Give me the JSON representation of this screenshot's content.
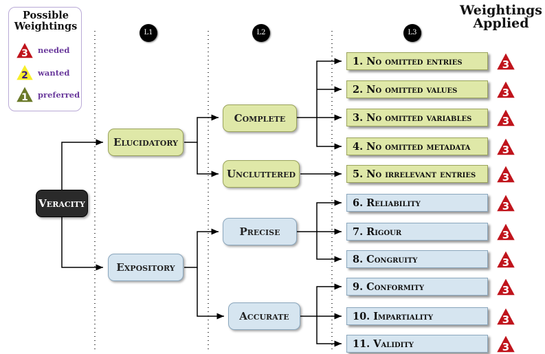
{
  "legend": {
    "title_line1": "Possible",
    "title_line2": "Weightings",
    "items": [
      {
        "number": "3",
        "label": "needed",
        "color": "#c0141c",
        "text_color": "#ffffff"
      },
      {
        "number": "2",
        "label": "wanted",
        "color": "#f7ee2a",
        "text_color": "#3a1a7a"
      },
      {
        "number": "1",
        "label": "preferred",
        "color": "#6b7a2a",
        "text_color": "#ffffff"
      }
    ]
  },
  "applied": {
    "line1": "Weightings",
    "line2": "Applied"
  },
  "levels": [
    "L1",
    "L2",
    "L3"
  ],
  "root": "Veracity",
  "l1": [
    "Elucidatory",
    "Expository"
  ],
  "l2": [
    "Complete",
    "Uncluttered",
    "Precise",
    "Accurate"
  ],
  "leaves": [
    {
      "label": "1.  No omitted entries",
      "weight": "3"
    },
    {
      "label": "2.  No omitted values",
      "weight": "3"
    },
    {
      "label": "3.  No omitted variables",
      "weight": "3"
    },
    {
      "label": "4.  No omitted metadata",
      "weight": "3"
    },
    {
      "label": "5.  No irrelevant entries",
      "weight": "3"
    },
    {
      "label": "6.  Reliability",
      "weight": "3"
    },
    {
      "label": "7.  Rigour",
      "weight": "3"
    },
    {
      "label": "8.  Congruity",
      "weight": "3"
    },
    {
      "label": "9.  Conformity",
      "weight": "3"
    },
    {
      "label": "10. Impartiality",
      "weight": "3"
    },
    {
      "label": "11. Validity",
      "weight": "3"
    }
  ],
  "colors": {
    "elucidatory_fill": "#dfe8a8",
    "expository_fill": "#d6e5f0",
    "root_fill": "#2a2a2a",
    "weight_red": "#c0141c"
  }
}
